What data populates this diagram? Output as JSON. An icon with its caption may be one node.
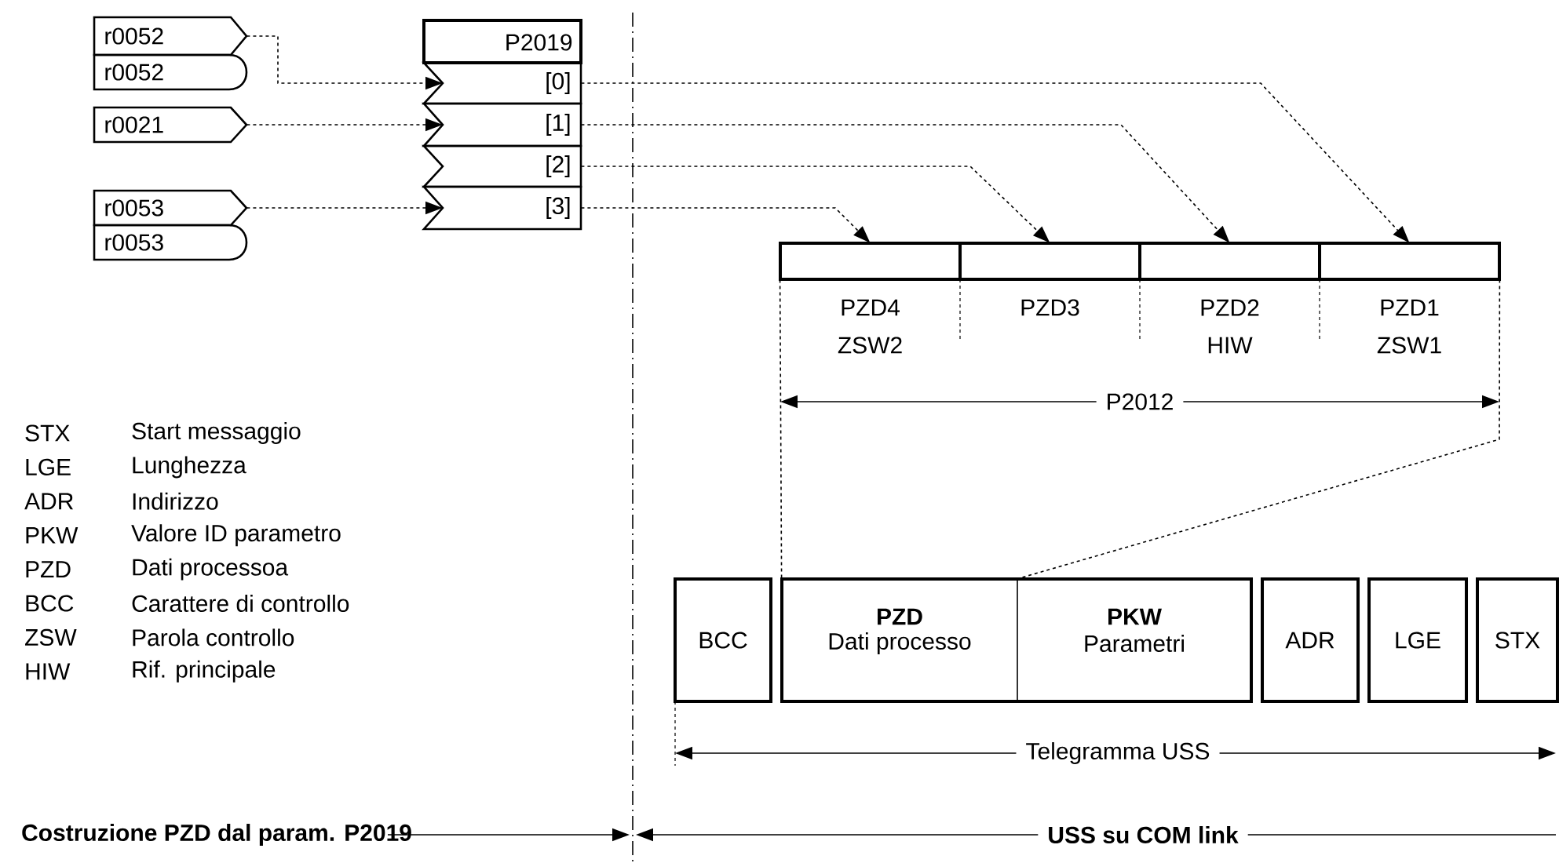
{
  "diagram": {
    "nodes": [
      {
        "text": [
          "r0052"
        ]
      },
      {
        "text": [
          "r0052"
        ]
      },
      {
        "text": [
          "r0021"
        ]
      },
      {
        "text": [
          "r0053"
        ]
      },
      {
        "text": [
          "r0053"
        ]
      },
      {
        "text": [
          "P2019"
        ]
      },
      {
        "text": [
          "[0]"
        ]
      },
      {
        "text": [
          "[1]"
        ]
      },
      {
        "text": [
          "[2]"
        ]
      },
      {
        "text": [
          "[3]"
        ]
      },
      {
        "text": [],
        "shape": "box",
        "beside": [
          "PZD4",
          "ZSW2"
        ]
      },
      {
        "text": [],
        "shape": "box",
        "beside": [
          "PZD3"
        ]
      },
      {
        "text": [],
        "shape": "box",
        "beside": [
          "PZD2",
          "HIW"
        ]
      },
      {
        "text": [],
        "shape": "box",
        "beside": [
          "PZD1",
          "ZSW1"
        ]
      },
      {
        "text": [
          "BCC"
        ]
      },
      {
        "text": [
          "PZD",
          "Dati processo"
        ]
      },
      {
        "text": [
          "PKW",
          "Parametri"
        ]
      },
      {
        "text": [
          "ADR"
        ]
      },
      {
        "text": [
          "LGE"
        ]
      },
      {
        "text": [
          "STX"
        ]
      }
    ],
    "edges": [
      {
        "from": 0,
        "to": 6,
        "arrow": "to"
      },
      {
        "from": 2,
        "to": 7,
        "arrow": "to"
      },
      {
        "from": 3,
        "to": 9,
        "arrow": "to"
      },
      {
        "from": 6,
        "to": 13,
        "arrow": "to"
      },
      {
        "from": 7,
        "to": 12,
        "arrow": "to"
      },
      {
        "from": 8,
        "to": 11,
        "arrow": "to"
      },
      {
        "from": 9,
        "to": 10,
        "arrow": "to"
      },
      {
        "from": 10,
        "to": 15,
        "arrow": "none"
      },
      {
        "from": 13,
        "to": 15,
        "arrow": "none"
      }
    ],
    "labels": [
      "STX",
      "Start messaggio",
      "LGE",
      "Lunghezza",
      "ADR",
      "Indirizzo",
      "PKW",
      "Valore ID parametro",
      "PZD",
      "Dati processoa",
      "BCC",
      "Carattere di controllo",
      "ZSW",
      "Parola controllo",
      "HIW",
      "Rif. principale",
      "P2012",
      "Telegramma USS",
      "Costruzione PZD dal param. P2019",
      "USS su COM link"
    ]
  }
}
